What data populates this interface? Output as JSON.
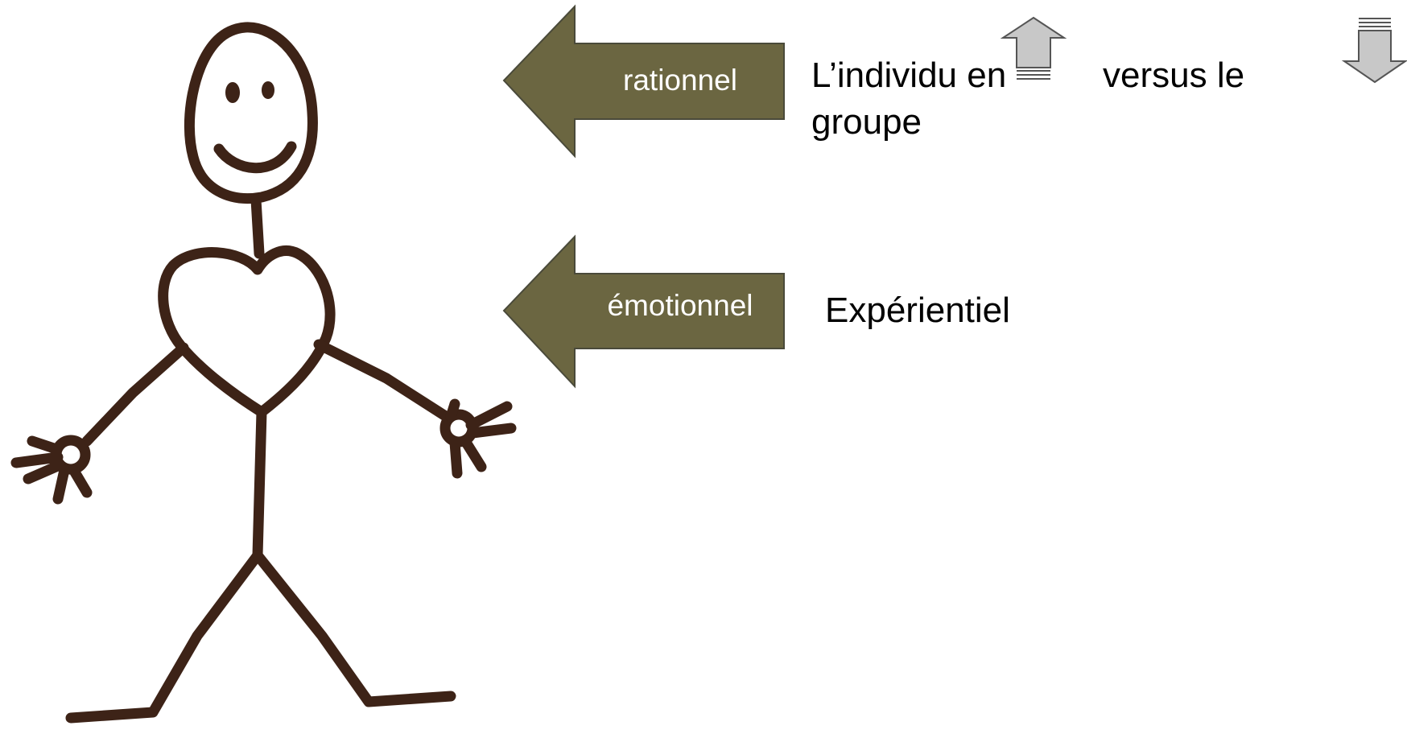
{
  "arrows": [
    {
      "label": "rationnel",
      "color": "#6b6641",
      "border": "#4a4a3a"
    },
    {
      "label": "émotionnel",
      "color": "#6b6641",
      "border": "#4a4a3a"
    }
  ],
  "text_blocks": {
    "individu_line1_a": "L’individu en",
    "individu_line1_b": "versus le",
    "individu_line2": "groupe",
    "experientiel": "Expérientiel"
  },
  "icons": {
    "up": "up-arrow-icon",
    "down": "down-arrow-icon"
  },
  "figure": {
    "stroke_color": "#3d2317",
    "description_icon": "stick-figure-heart-icon"
  }
}
